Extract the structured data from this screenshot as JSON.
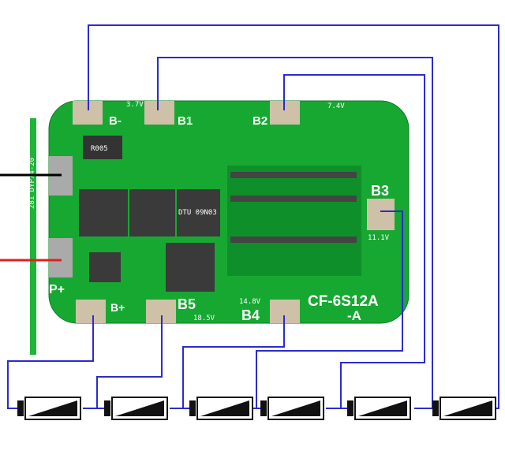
{
  "board": {
    "model": "CF-6S12A",
    "suffix": "-A",
    "side_code": "281 DYP74-20",
    "shunt": "R005",
    "mosfet": "DTU 09N03",
    "pads": {
      "b_minus": "B-",
      "b1": "B1",
      "b2": "B2",
      "b3": "B3",
      "b4": "B4",
      "b5": "B5",
      "b_plus": "B+",
      "p_plus": "P+"
    },
    "voltages": {
      "v1": "3.7V",
      "v2": "7.4V",
      "v3": "11.1V",
      "v4": "14.8V",
      "v5": "18.5V"
    }
  },
  "wire_colors": {
    "balance": "#2b2bd0",
    "negative": "#000000",
    "positive": "#e02020"
  },
  "batteries": [
    "cell-1",
    "cell-2",
    "cell-3",
    "cell-4",
    "cell-5",
    "cell-6"
  ]
}
